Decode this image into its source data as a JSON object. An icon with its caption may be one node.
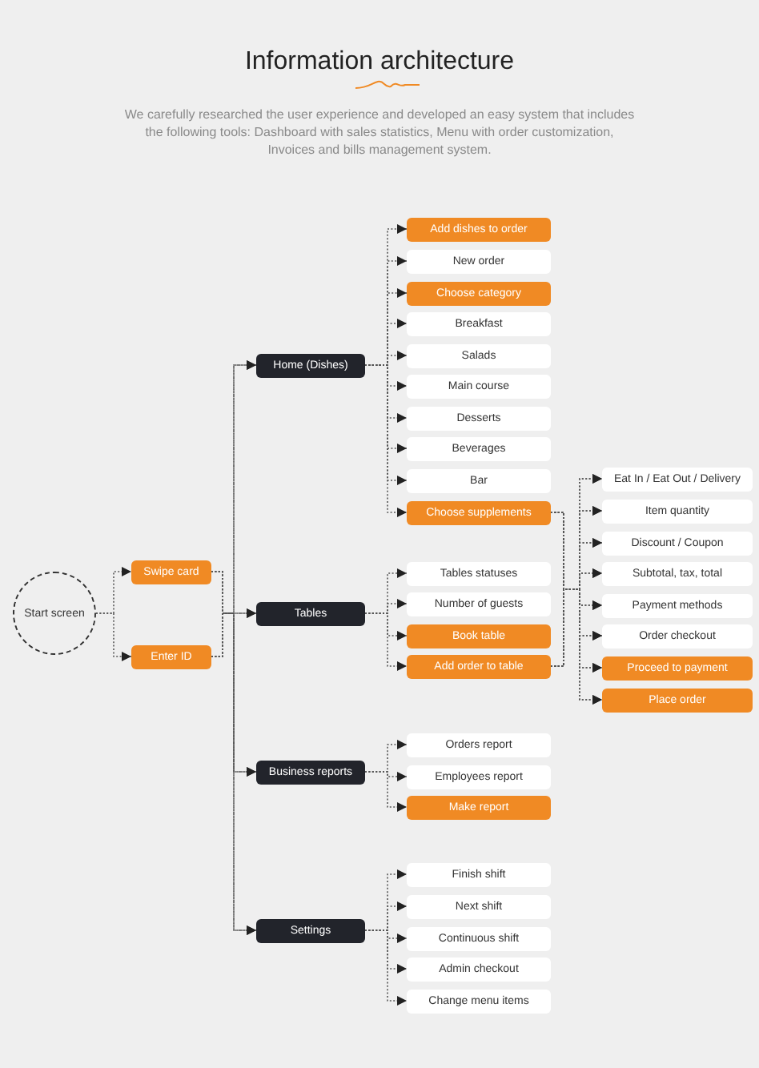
{
  "diagram": {
    "title": "Information architecture",
    "caption": "We carefully researched the user experience and developed an easy system that includes the following tools: Dashboard with sales statistics, Menu with order customization, Invoices and bills management system.",
    "nodes": [
      {
        "text": [
          "Start screen"
        ]
      },
      {
        "text": [
          "Swipe card"
        ]
      },
      {
        "text": [
          "Enter ID"
        ]
      },
      {
        "text": [
          "Home (Dishes)"
        ]
      },
      {
        "text": [
          "Tables"
        ]
      },
      {
        "text": [
          "Business reports"
        ]
      },
      {
        "text": [
          "Settings"
        ]
      },
      {
        "text": [
          "Add dishes to order"
        ]
      },
      {
        "text": [
          "New order"
        ]
      },
      {
        "text": [
          "Choose category"
        ]
      },
      {
        "text": [
          "Breakfast"
        ]
      },
      {
        "text": [
          "Salads"
        ]
      },
      {
        "text": [
          "Main course"
        ]
      },
      {
        "text": [
          "Desserts"
        ]
      },
      {
        "text": [
          "Beverages"
        ]
      },
      {
        "text": [
          "Bar"
        ]
      },
      {
        "text": [
          "Choose supplements"
        ]
      },
      {
        "text": [
          "Tables statuses"
        ]
      },
      {
        "text": [
          "Number of guests"
        ]
      },
      {
        "text": [
          "Book table"
        ]
      },
      {
        "text": [
          "Add order to table"
        ]
      },
      {
        "text": [
          "Eat In / Eat Out / Delivery"
        ]
      },
      {
        "text": [
          "Item quantity"
        ]
      },
      {
        "text": [
          "Discount / Coupon"
        ]
      },
      {
        "text": [
          "Subtotal, tax, total"
        ]
      },
      {
        "text": [
          "Payment methods"
        ]
      },
      {
        "text": [
          "Order checkout"
        ]
      },
      {
        "text": [
          "Proceed to payment"
        ]
      },
      {
        "text": [
          "Place order"
        ]
      },
      {
        "text": [
          "Orders report"
        ]
      },
      {
        "text": [
          "Employees report"
        ]
      },
      {
        "text": [
          "Make report"
        ]
      },
      {
        "text": [
          "Finish shift"
        ]
      },
      {
        "text": [
          "Next shift"
        ]
      },
      {
        "text": [
          "Continuous shift"
        ]
      },
      {
        "text": [
          "Admin checkout"
        ]
      },
      {
        "text": [
          "Change menu items"
        ]
      }
    ],
    "edges": [
      {
        "from": 0,
        "to": 1,
        "arrow": "to",
        "style": "dashed"
      },
      {
        "from": 0,
        "to": 2,
        "arrow": "to",
        "style": "dashed"
      },
      {
        "from": 1,
        "to": 3,
        "arrow": "to",
        "style": "dashed"
      },
      {
        "from": 1,
        "to": 4,
        "arrow": "to",
        "style": "dashed"
      },
      {
        "from": 1,
        "to": 5,
        "arrow": "to",
        "style": "dashed"
      },
      {
        "from": 1,
        "to": 6,
        "arrow": "to",
        "style": "dashed"
      },
      {
        "from": 2,
        "to": 3,
        "arrow": "to",
        "style": "dashed"
      },
      {
        "from": 2,
        "to": 4,
        "arrow": "to",
        "style": "dashed"
      },
      {
        "from": 2,
        "to": 5,
        "arrow": "to",
        "style": "dashed"
      },
      {
        "from": 2,
        "to": 6,
        "arrow": "to",
        "style": "dashed"
      },
      {
        "from": 3,
        "to": 7,
        "arrow": "to",
        "style": "dashed"
      },
      {
        "from": 3,
        "to": 8,
        "arrow": "to",
        "style": "dashed"
      },
      {
        "from": 3,
        "to": 9,
        "arrow": "to",
        "style": "dashed"
      },
      {
        "from": 3,
        "to": 10,
        "arrow": "to",
        "style": "dashed"
      },
      {
        "from": 3,
        "to": 11,
        "arrow": "to",
        "style": "dashed"
      },
      {
        "from": 3,
        "to": 12,
        "arrow": "to",
        "style": "dashed"
      },
      {
        "from": 3,
        "to": 13,
        "arrow": "to",
        "style": "dashed"
      },
      {
        "from": 3,
        "to": 14,
        "arrow": "to",
        "style": "dashed"
      },
      {
        "from": 3,
        "to": 15,
        "arrow": "to",
        "style": "dashed"
      },
      {
        "from": 3,
        "to": 16,
        "arrow": "to",
        "style": "dashed"
      },
      {
        "from": 4,
        "to": 17,
        "arrow": "to",
        "style": "dashed"
      },
      {
        "from": 4,
        "to": 18,
        "arrow": "to",
        "style": "dashed"
      },
      {
        "from": 4,
        "to": 19,
        "arrow": "to",
        "style": "dashed"
      },
      {
        "from": 4,
        "to": 20,
        "arrow": "to",
        "style": "dashed"
      },
      {
        "from": 16,
        "to": 21,
        "arrow": "to",
        "style": "dashed"
      },
      {
        "from": 16,
        "to": 22,
        "arrow": "to",
        "style": "dashed"
      },
      {
        "from": 16,
        "to": 23,
        "arrow": "to",
        "style": "dashed"
      },
      {
        "from": 16,
        "to": 24,
        "arrow": "to",
        "style": "dashed"
      },
      {
        "from": 16,
        "to": 25,
        "arrow": "to",
        "style": "dashed"
      },
      {
        "from": 16,
        "to": 26,
        "arrow": "to",
        "style": "dashed"
      },
      {
        "from": 16,
        "to": 27,
        "arrow": "to",
        "style": "dashed"
      },
      {
        "from": 16,
        "to": 28,
        "arrow": "to",
        "style": "dashed"
      },
      {
        "from": 20,
        "to": 21,
        "arrow": "to",
        "style": "dashed"
      },
      {
        "from": 20,
        "to": 22,
        "arrow": "to",
        "style": "dashed"
      },
      {
        "from": 20,
        "to": 23,
        "arrow": "to",
        "style": "dashed"
      },
      {
        "from": 20,
        "to": 24,
        "arrow": "to",
        "style": "dashed"
      },
      {
        "from": 20,
        "to": 25,
        "arrow": "to",
        "style": "dashed"
      },
      {
        "from": 20,
        "to": 26,
        "arrow": "to",
        "style": "dashed"
      },
      {
        "from": 20,
        "to": 27,
        "arrow": "to",
        "style": "dashed"
      },
      {
        "from": 20,
        "to": 28,
        "arrow": "to",
        "style": "dashed"
      },
      {
        "from": 5,
        "to": 29,
        "arrow": "to",
        "style": "dashed"
      },
      {
        "from": 5,
        "to": 30,
        "arrow": "to",
        "style": "dashed"
      },
      {
        "from": 5,
        "to": 31,
        "arrow": "to",
        "style": "dashed"
      },
      {
        "from": 6,
        "to": 32,
        "arrow": "to",
        "style": "dashed"
      },
      {
        "from": 6,
        "to": 33,
        "arrow": "to",
        "style": "dashed"
      },
      {
        "from": 6,
        "to": 34,
        "arrow": "to",
        "style": "dashed"
      },
      {
        "from": 6,
        "to": 35,
        "arrow": "to",
        "style": "dashed"
      },
      {
        "from": 6,
        "to": 36,
        "arrow": "to",
        "style": "dashed"
      }
    ]
  }
}
